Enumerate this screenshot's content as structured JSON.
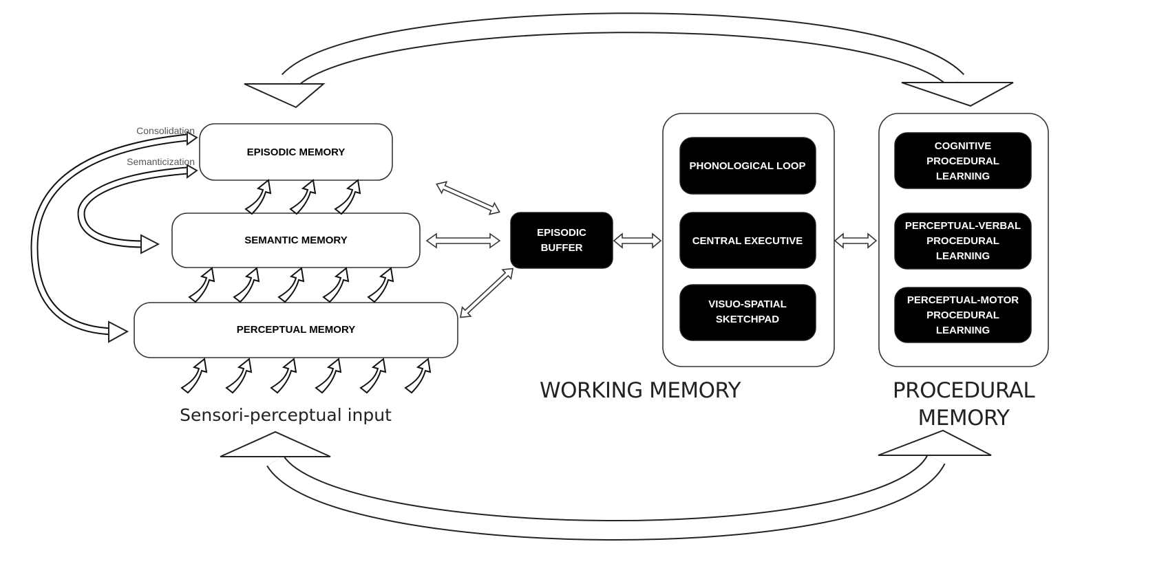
{
  "long_term": {
    "episodic": "EPISODIC MEMORY",
    "semantic": "SEMANTIC MEMORY",
    "perceptual": "PERCEPTUAL MEMORY",
    "consolidation": "Consolidation",
    "semanticization": "Semanticization",
    "input_label": "Sensori-perceptual input"
  },
  "episodic_buffer": [
    "EPISODIC",
    "BUFFER"
  ],
  "working_memory": {
    "title": "WORKING MEMORY",
    "components": [
      [
        "PHONOLOGICAL LOOP"
      ],
      [
        "CENTRAL EXECUTIVE"
      ],
      [
        "VISUO-SPATIAL",
        "SKETCHPAD"
      ]
    ]
  },
  "procedural_memory": {
    "title": [
      "PROCEDURAL",
      "MEMORY"
    ],
    "components": [
      [
        "COGNITIVE",
        "PROCEDURAL",
        "LEARNING"
      ],
      [
        "PERCEPTUAL-VERBAL",
        "PROCEDURAL",
        "LEARNING"
      ],
      [
        "PERCEPTUAL-MOTOR",
        "PROCEDURAL",
        "LEARNING"
      ]
    ]
  },
  "colors": {
    "module_fill": "#000000",
    "box_stroke": "#333333",
    "background": "#ffffff"
  }
}
